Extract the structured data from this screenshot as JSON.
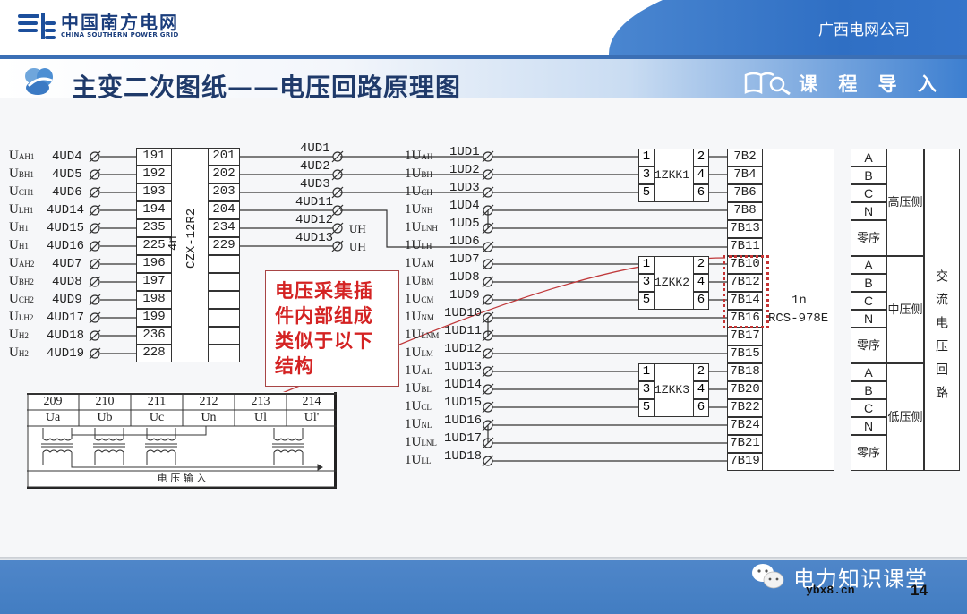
{
  "header": {
    "logo_cn": "中国南方电网",
    "logo_en": "CHINA SOUTHERN POWER GRID",
    "company": "广西电网公司",
    "title": "主变二次图纸——电压回路原理图",
    "section": "课 程 导 入"
  },
  "left_inputs": [
    {
      "signal": "U",
      "sub": "AH1",
      "terminal": "4UD4",
      "pin": "191"
    },
    {
      "signal": "U",
      "sub": "BH1",
      "terminal": "4UD5",
      "pin": "192"
    },
    {
      "signal": "U",
      "sub": "CH1",
      "terminal": "4UD6",
      "pin": "193"
    },
    {
      "signal": "U",
      "sub": "LH1",
      "terminal": "4UD14",
      "pin": "194"
    },
    {
      "signal": "U",
      "sub": "H1",
      "terminal": "4UD15",
      "pin": "235"
    },
    {
      "signal": "U",
      "sub": "H1",
      "terminal": "4UD16",
      "pin": "225"
    },
    {
      "signal": "U",
      "sub": "AH2",
      "terminal": "4UD7",
      "pin": "196"
    },
    {
      "signal": "U",
      "sub": "BH2",
      "terminal": "4UD8",
      "pin": "197"
    },
    {
      "signal": "U",
      "sub": "CH2",
      "terminal": "4UD9",
      "pin": "198"
    },
    {
      "signal": "U",
      "sub": "LH2",
      "terminal": "4UD17",
      "pin": "199"
    },
    {
      "signal": "U",
      "sub": "H2",
      "terminal": "4UD18",
      "pin": "236"
    },
    {
      "signal": "U",
      "sub": "H2",
      "terminal": "4UD19",
      "pin": "228"
    }
  ],
  "relay_4n": {
    "label": "4n",
    "model": "CZX-12R2",
    "out_pins": [
      "201",
      "202",
      "203",
      "204",
      "234",
      "229",
      "",
      "",
      "",
      "",
      "",
      ""
    ]
  },
  "mid_terminals": [
    {
      "terminal": "4UD1",
      "tag": ""
    },
    {
      "terminal": "4UD2",
      "tag": ""
    },
    {
      "terminal": "4UD3",
      "tag": ""
    },
    {
      "terminal": "4UD11",
      "tag": ""
    },
    {
      "terminal": "4UD12",
      "tag": "UH"
    },
    {
      "terminal": "4UD13",
      "tag": "UH"
    }
  ],
  "note": {
    "text_lines": [
      "电压采集插",
      "件内部组成",
      "类似于以下",
      "结构"
    ]
  },
  "inset": {
    "pins": [
      "209",
      "210",
      "211",
      "212",
      "213",
      "214"
    ],
    "signals": [
      "Ua",
      "Ub",
      "Uc",
      "Un",
      "Ul",
      "Ul'"
    ],
    "footer": "电  压  输  入"
  },
  "uterm": [
    {
      "sig": "1U",
      "sub": "AH",
      "terminal": "1UD1"
    },
    {
      "sig": "1U",
      "sub": "BH",
      "terminal": "1UD2"
    },
    {
      "sig": "1U",
      "sub": "CH",
      "terminal": "1UD3"
    },
    {
      "sig": "1U",
      "sub": "NH",
      "terminal": "1UD4"
    },
    {
      "sig": "1U",
      "sub": "LNH",
      "terminal": "1UD5"
    },
    {
      "sig": "1U",
      "sub": "LH",
      "terminal": "1UD6"
    },
    {
      "sig": "1U",
      "sub": "AM",
      "terminal": "1UD7"
    },
    {
      "sig": "1U",
      "sub": "BM",
      "terminal": "1UD8"
    },
    {
      "sig": "1U",
      "sub": "CM",
      "terminal": "1UD9"
    },
    {
      "sig": "1U",
      "sub": "NM",
      "terminal": "1UD10"
    },
    {
      "sig": "1U",
      "sub": "LNM",
      "terminal": "1UD11"
    },
    {
      "sig": "1U",
      "sub": "LM",
      "terminal": "1UD12"
    },
    {
      "sig": "1U",
      "sub": "AL",
      "terminal": "1UD13"
    },
    {
      "sig": "1U",
      "sub": "BL",
      "terminal": "1UD14"
    },
    {
      "sig": "1U",
      "sub": "CL",
      "terminal": "1UD15"
    },
    {
      "sig": "1U",
      "sub": "NL",
      "terminal": "1UD16"
    },
    {
      "sig": "1U",
      "sub": "LNL",
      "terminal": "1UD17"
    },
    {
      "sig": "1U",
      "sub": "LL",
      "terminal": "1UD18"
    }
  ],
  "breakers": [
    {
      "name": "1ZKK1",
      "left": [
        "1",
        "3",
        "5"
      ],
      "right": [
        "2",
        "4",
        "6"
      ]
    },
    {
      "name": "1ZKK2",
      "left": [
        "1",
        "3",
        "5"
      ],
      "right": [
        "2",
        "4",
        "6"
      ]
    },
    {
      "name": "1ZKK3",
      "left": [
        "1",
        "3",
        "5"
      ],
      "right": [
        "2",
        "4",
        "6"
      ]
    }
  ],
  "device_1n": {
    "label": "1n",
    "model": "RCS-978E",
    "pins": [
      "7B2",
      "7B4",
      "7B6",
      "7B8",
      "7B13",
      "7B11",
      "7B10",
      "7B12",
      "7B14",
      "7B16",
      "7B17",
      "7B15",
      "7B18",
      "7B20",
      "7B22",
      "7B24",
      "7B21",
      "7B19"
    ]
  },
  "right_table": {
    "groups": [
      {
        "side": "高压侧",
        "phases": [
          "A",
          "B",
          "C",
          "N",
          "零序"
        ]
      },
      {
        "side": "中压侧",
        "phases": [
          "A",
          "B",
          "C",
          "N",
          "零序"
        ]
      },
      {
        "side": "低压侧",
        "phases": [
          "A",
          "B",
          "C",
          "N",
          "零序"
        ]
      }
    ],
    "category": "交流电压回路"
  },
  "footer": {
    "channel": "电力知识课堂",
    "site": "ybx8.cn",
    "page": "14"
  },
  "colors": {
    "brand_blue": "#1c4f9c",
    "footer_blue": "#4a82c6",
    "note_red": "#d42323"
  }
}
